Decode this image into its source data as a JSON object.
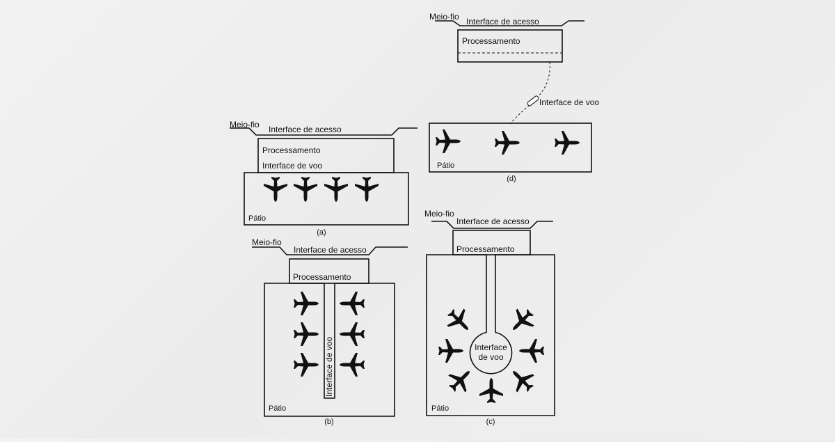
{
  "diagrams": {
    "a": {
      "curb": "Meio-fio",
      "access": "Interface de acesso",
      "processing": "Processamento",
      "flight": "Interface de voo",
      "apron": "Pátio",
      "caption": "(a)"
    },
    "b": {
      "curb": "Meio-fio",
      "access": "Interface de acesso",
      "processing": "Processamento",
      "flight": "Interface de voo",
      "apron": "Pátio",
      "caption": "(b)"
    },
    "c": {
      "curb": "Meio-fio",
      "access": "Interface de acesso",
      "processing": "Processamento",
      "flight_line1": "Interface",
      "flight_line2": "de voo",
      "apron": "Pátio",
      "caption": "(c)"
    },
    "d": {
      "curb": "Meio-fio",
      "access": "Interface de acesso",
      "processing": "Processamento",
      "flight": "Interface de voo",
      "apron": "Pátio",
      "caption": "(d)"
    }
  },
  "icons": {
    "aircraft": "airplane-icon",
    "transit_vehicle": "transit-vehicle-icon"
  }
}
